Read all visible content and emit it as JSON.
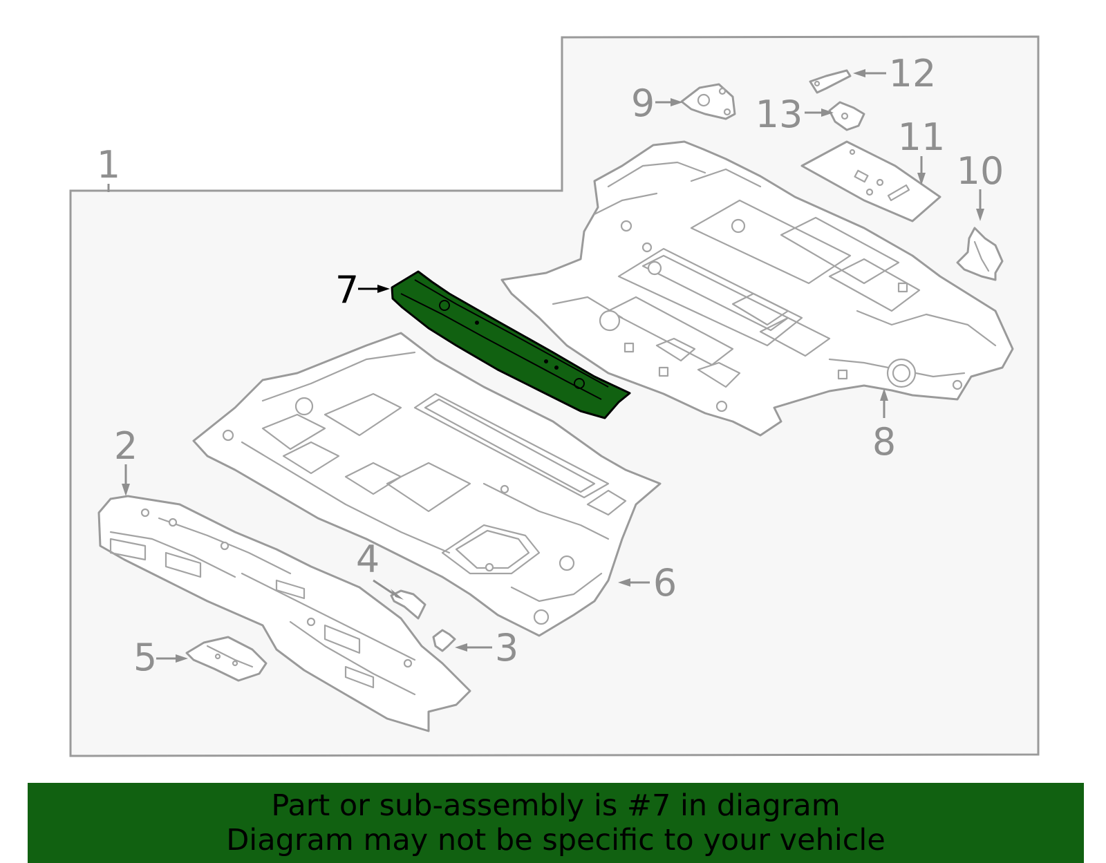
{
  "diagram": {
    "highlight_part": "7",
    "highlight_color": "#116111",
    "callouts": [
      {
        "id": "1",
        "label": "1"
      },
      {
        "id": "2",
        "label": "2"
      },
      {
        "id": "3",
        "label": "3"
      },
      {
        "id": "4",
        "label": "4"
      },
      {
        "id": "5",
        "label": "5"
      },
      {
        "id": "6",
        "label": "6"
      },
      {
        "id": "7",
        "label": "7"
      },
      {
        "id": "8",
        "label": "8"
      },
      {
        "id": "9",
        "label": "9"
      },
      {
        "id": "10",
        "label": "10"
      },
      {
        "id": "11",
        "label": "11"
      },
      {
        "id": "12",
        "label": "12"
      },
      {
        "id": "13",
        "label": "13"
      }
    ]
  },
  "banner": {
    "line1": "Part or sub-assembly is #7 in diagram",
    "line2": "Diagram may not be specific to your vehicle",
    "background": "#116111"
  }
}
